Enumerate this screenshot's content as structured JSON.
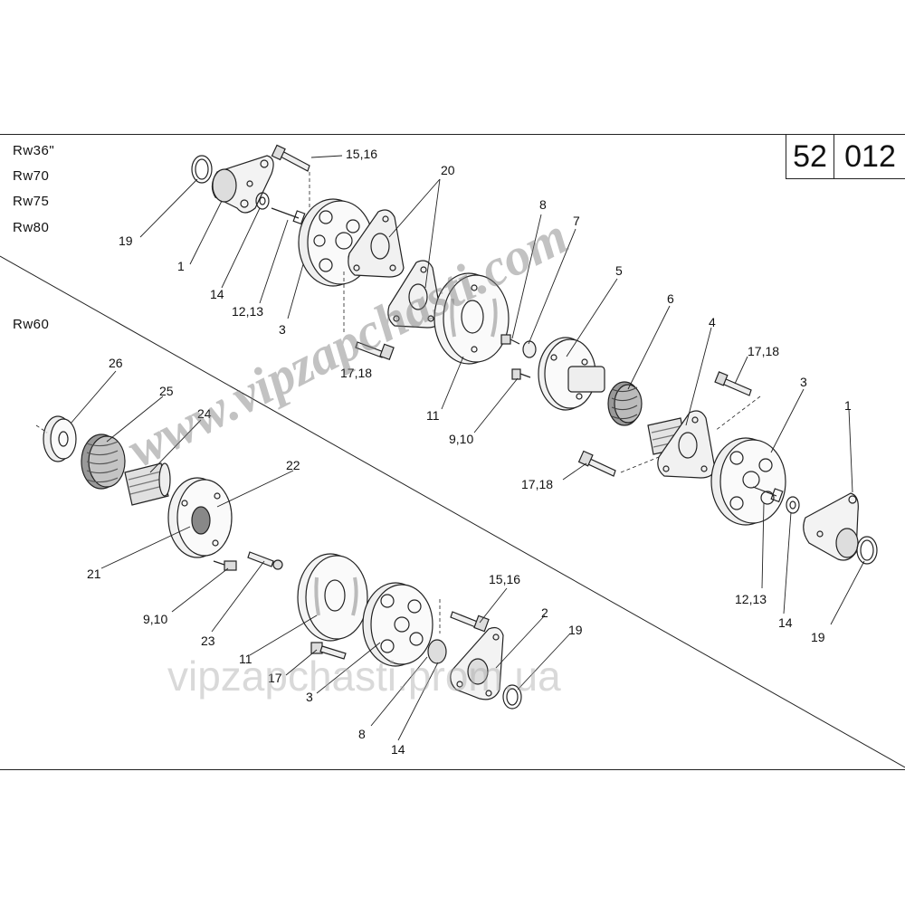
{
  "code": {
    "group": "52",
    "number": "012"
  },
  "models_top": [
    "Rw36\"",
    "Rw70",
    "Rw75",
    "Rw80"
  ],
  "model_bottom": "Rw60",
  "labels_top": {
    "l1516": "15,16",
    "l20": "20",
    "l19": "19",
    "l1": "1",
    "l14": "14",
    "l1213": "12,13",
    "l3": "3",
    "l8": "8",
    "l7": "7",
    "l5": "5",
    "l6": "6",
    "l4": "4",
    "l1718a": "17,18",
    "l11": "11",
    "l910": "9,10",
    "l1718b": "17,18",
    "l3r": "3",
    "l1r": "1",
    "l1718c": "17,18",
    "l1213r": "12,13",
    "l14r": "14",
    "l19r": "19"
  },
  "labels_bottom": {
    "l26": "26",
    "l25": "25",
    "l24": "24",
    "l22": "22",
    "l21": "21",
    "l910": "9,10",
    "l23": "23",
    "l11": "11",
    "l17": "17",
    "l3": "3",
    "l1516": "15,16",
    "l2": "2",
    "l19": "19",
    "l8": "8",
    "l14": "14"
  },
  "watermarks": {
    "main": "www.vipzapchasti.com",
    "secondary": "vipzapchasti.prom.ua"
  }
}
